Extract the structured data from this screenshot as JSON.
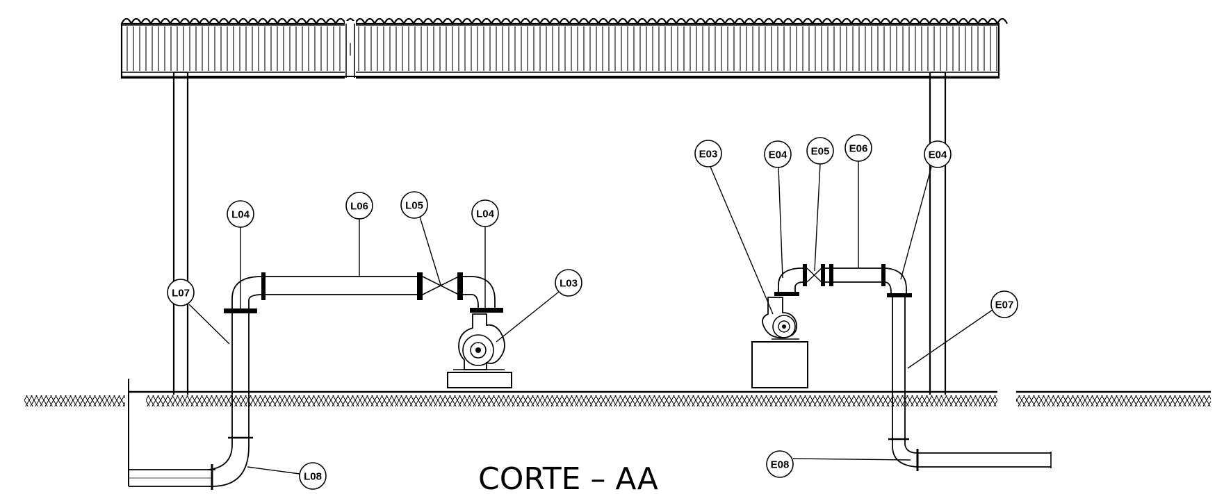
{
  "title": "CORTE  –  AA",
  "colors": {
    "line": "#000000",
    "background": "#ffffff"
  },
  "callouts": [
    {
      "id": "l07",
      "label": "L07"
    },
    {
      "id": "l04a",
      "label": "L04"
    },
    {
      "id": "l06",
      "label": "L06"
    },
    {
      "id": "l05",
      "label": "L05"
    },
    {
      "id": "l04b",
      "label": "L04"
    },
    {
      "id": "l03",
      "label": "L03"
    },
    {
      "id": "l08",
      "label": "L08"
    },
    {
      "id": "e03",
      "label": "E03"
    },
    {
      "id": "e04a",
      "label": "E04"
    },
    {
      "id": "e05",
      "label": "E05"
    },
    {
      "id": "e06",
      "label": "E06"
    },
    {
      "id": "e04b",
      "label": "E04"
    },
    {
      "id": "e07",
      "label": "E07"
    },
    {
      "id": "e08",
      "label": "E08"
    }
  ]
}
